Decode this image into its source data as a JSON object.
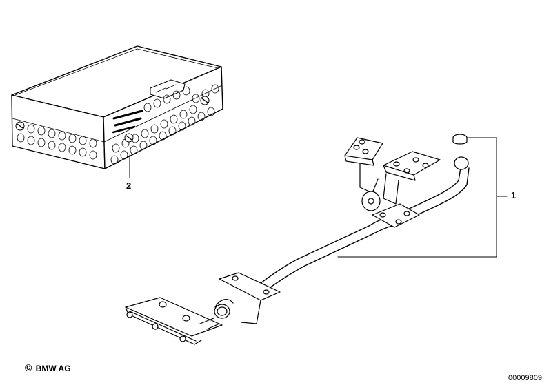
{
  "callouts": {
    "part_1": "1",
    "part_2": "2"
  },
  "footer": {
    "copyright_symbol": "©",
    "copyright_text": "BMW AG",
    "document_number": "00009809"
  }
}
